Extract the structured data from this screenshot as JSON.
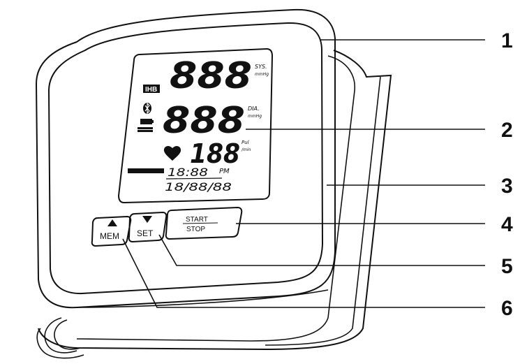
{
  "display": {
    "sys_digits": "888",
    "sys_label": "SYS.",
    "sys_unit": "mmHg",
    "dia_digits": "888",
    "dia_label": "DIA.",
    "dia_unit": "mmHg",
    "pulse_digits": "188",
    "pulse_label": "Pul",
    "pulse_unit": "/min",
    "ihb_label": "IHB",
    "bluetooth_icon": "bluetooth-icon",
    "battery_icon": "battery-icon",
    "heart_icon": "heart-icon",
    "time": "18:88",
    "time_suffix": "PM",
    "date": "18/88/88"
  },
  "buttons": {
    "mem": "MEM",
    "set": "SET",
    "start": "START",
    "stop": "STOP"
  },
  "callouts": [
    "1",
    "2",
    "3",
    "4",
    "5",
    "6"
  ]
}
